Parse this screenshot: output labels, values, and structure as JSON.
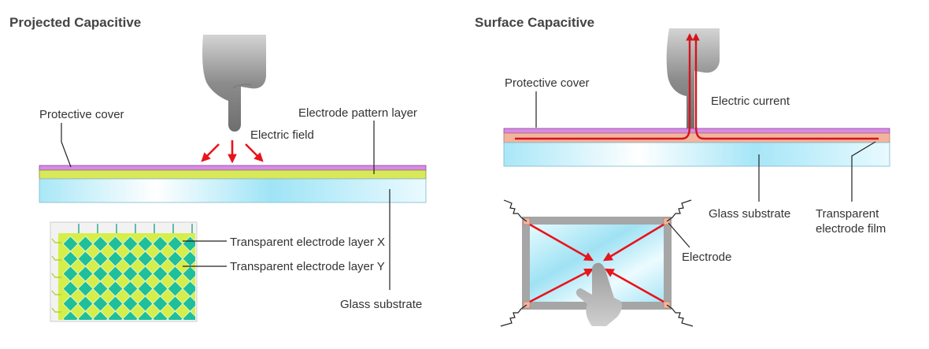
{
  "projected": {
    "title": "Projected Capacitive",
    "labels": {
      "protective_cover": "Protective cover",
      "electrode_pattern_layer": "Electrode pattern layer",
      "electric_field": "Electric field",
      "electrode_layer_x": "Transparent electrode layer X",
      "electrode_layer_y": "Transparent electrode layer Y",
      "glass_substrate": "Glass substrate"
    }
  },
  "surface": {
    "title": "Surface Capacitive",
    "labels": {
      "protective_cover": "Protective cover",
      "electric_current": "Electric current",
      "glass_substrate": "Glass substrate",
      "transparent_electrode_film_line1": "Transparent",
      "transparent_electrode_film_line2": "electrode film",
      "electrode": "Electrode"
    }
  },
  "colors": {
    "protective_cover": "#d78ae6",
    "electrode_pattern": "#d9e85a",
    "glass": "#bdeefa",
    "electrode_x": "#1fbf9a",
    "electrode_y": "#d6ee4a",
    "electrode_film": "#f3b49e",
    "arrow": "#e8141c",
    "hand": "#8f8f8f",
    "frame": "#9d9d9d"
  }
}
